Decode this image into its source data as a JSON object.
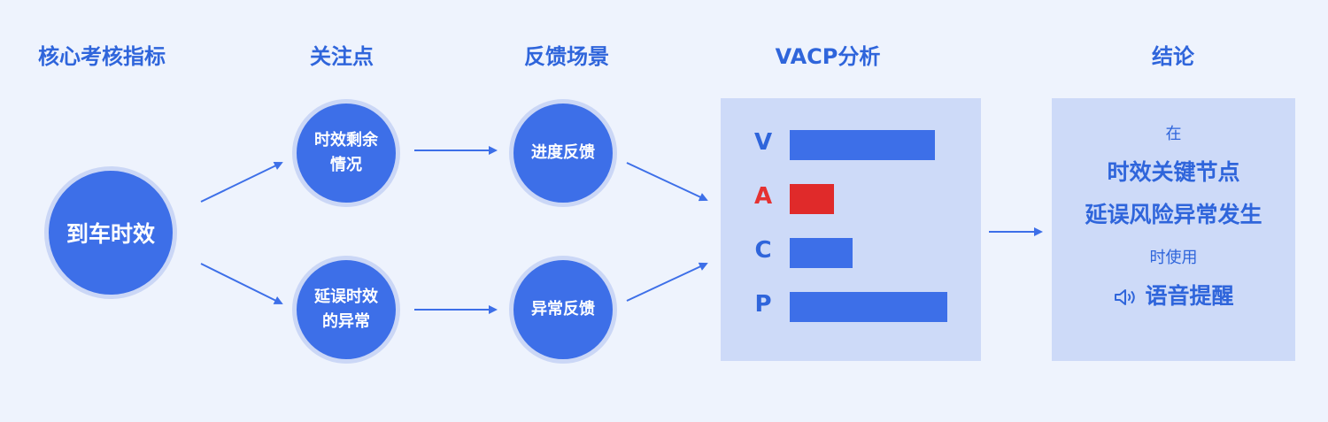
{
  "columns": {
    "metric": "核心考核指标",
    "focus": "关注点",
    "scene": "反馈场景",
    "vacp": "VACP分析",
    "conclusion": "结论"
  },
  "metric_node": "到车时效",
  "focus_nodes": [
    {
      "line1": "时效剩余",
      "line2": "情况"
    },
    {
      "line1": "延误时效",
      "line2": "的异常"
    }
  ],
  "scene_nodes": [
    "进度反馈",
    "异常反馈"
  ],
  "chart_data": {
    "type": "bar",
    "orientation": "horizontal",
    "categories": [
      "V",
      "A",
      "C",
      "P"
    ],
    "values": [
      0.92,
      0.28,
      0.4,
      1.0
    ],
    "highlight": "A",
    "colors": {
      "normal": "#3d6fe8",
      "highlight": "#e02a2a"
    }
  },
  "conclusion": {
    "line1": "在",
    "line2": "时效关键节点",
    "line3": "延误风险异常发生",
    "line4": "时使用",
    "action": "语音提醒",
    "action_icon": "speaker-icon"
  },
  "colors": {
    "accent": "#2f65db",
    "node": "#3d6fe8",
    "panel": "#cddaf8",
    "background": "#eef3fd"
  }
}
